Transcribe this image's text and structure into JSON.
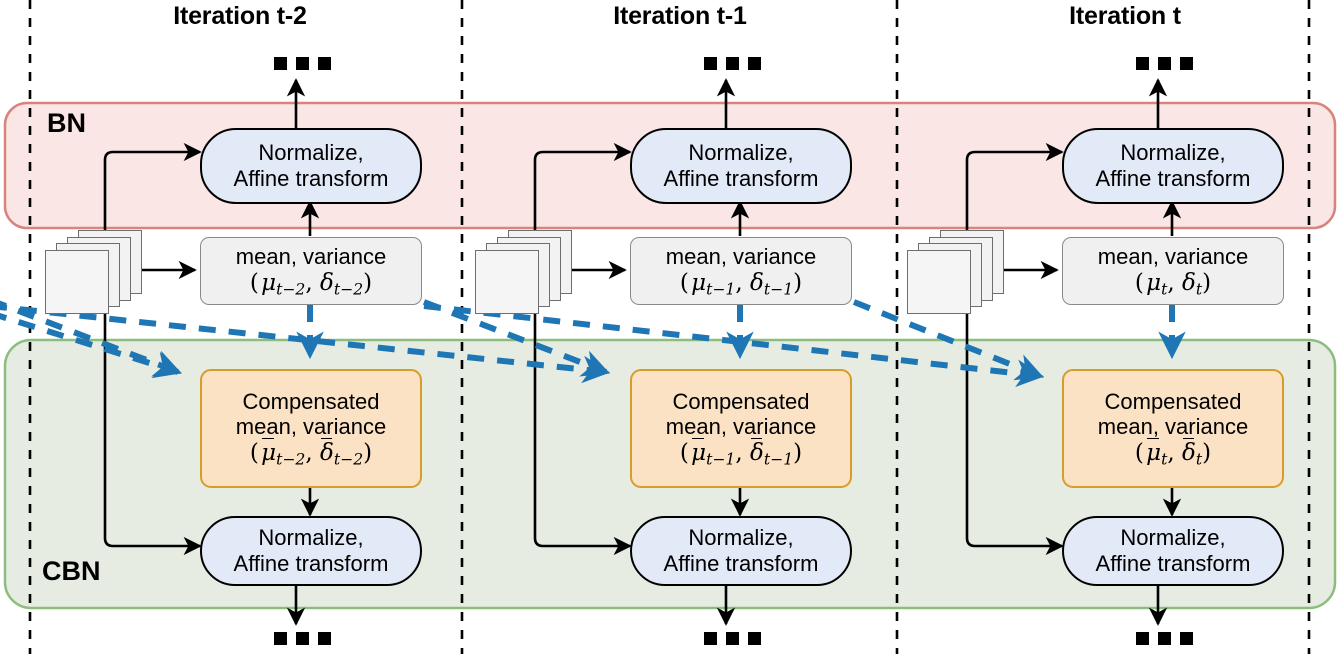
{
  "figure": {
    "title": "Comparison of BN and CBN across training iterations",
    "type": "flow-diagram"
  },
  "columns": [
    {
      "id": "t-2",
      "title": "Iteration t-2"
    },
    {
      "id": "t-1",
      "title": "Iteration t-1"
    },
    {
      "id": "t",
      "title": "Iteration t"
    }
  ],
  "bands": [
    {
      "id": "bn",
      "label": "BN",
      "fill": "#fae6e4",
      "stroke": "#d9837e"
    },
    {
      "id": "cbn",
      "label": "CBN",
      "fill": "#e6ece2",
      "stroke": "#8dbd7e"
    }
  ],
  "nodes": {
    "normalize": {
      "line1": "Normalize,",
      "line2": "Affine transform",
      "fill": "#e2e9f7",
      "stroke": "#000000"
    },
    "stats": {
      "line1": "mean, variance",
      "fill": "#f0f0f0",
      "stroke": "#8a8a8a",
      "values": [
        {
          "column": "t-2",
          "mean": "μ",
          "mean_sub": "t−2",
          "var": "δ",
          "var_sub": "t−2"
        },
        {
          "column": "t-1",
          "mean": "μ",
          "mean_sub": "t−1",
          "var": "δ",
          "var_sub": "t−1"
        },
        {
          "column": "t",
          "mean": "μ",
          "mean_sub": "t",
          "var": "δ",
          "var_sub": "t"
        }
      ]
    },
    "compensated": {
      "line1": "Compensated",
      "line2": "mean, variance",
      "fill": "#fbe2c4",
      "stroke": "#d79d2a",
      "values": [
        {
          "column": "t-2",
          "mean": "μ",
          "mean_sub": "t−2",
          "var": "δ",
          "var_sub": "t−2"
        },
        {
          "column": "t-1",
          "mean": "μ",
          "mean_sub": "t−1",
          "var": "δ",
          "var_sub": "t−1"
        },
        {
          "column": "t",
          "mean": "μ",
          "mean_sub": "t",
          "var": "δ",
          "var_sub": "t"
        }
      ]
    },
    "batch_stack": {
      "name": "mini-batch feature maps",
      "layers": 4
    }
  },
  "edges": {
    "solid_color": "#000000",
    "dashed_color": "#1f76b4",
    "dashed_style": "dashed",
    "description_solid": "batch -> mean,variance -> Normalize (within iteration)",
    "description_dashed": "statistics from previous iterations -> Compensated mean, variance"
  },
  "ellipsis": {
    "glyph": "...",
    "squares": 3
  }
}
